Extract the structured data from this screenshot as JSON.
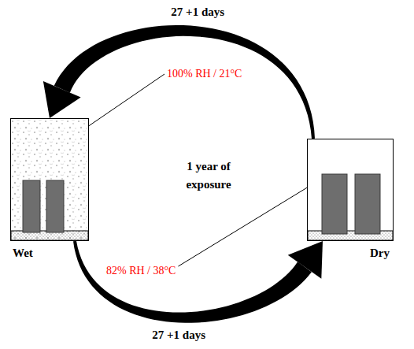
{
  "diagram": {
    "nodes": [
      {
        "text": [
          "Wet"
        ]
      },
      {
        "text": [
          "Dry"
        ]
      }
    ],
    "edges": [
      {
        "from": 1,
        "to": 0,
        "arrow": "to",
        "label": "27 +1 days"
      },
      {
        "from": 0,
        "to": 1,
        "arrow": "to",
        "label": "27 +1 days"
      }
    ],
    "labels": [
      "100% RH / 21°C",
      "1 year of exposure",
      "82% RH / 38°C"
    ]
  }
}
